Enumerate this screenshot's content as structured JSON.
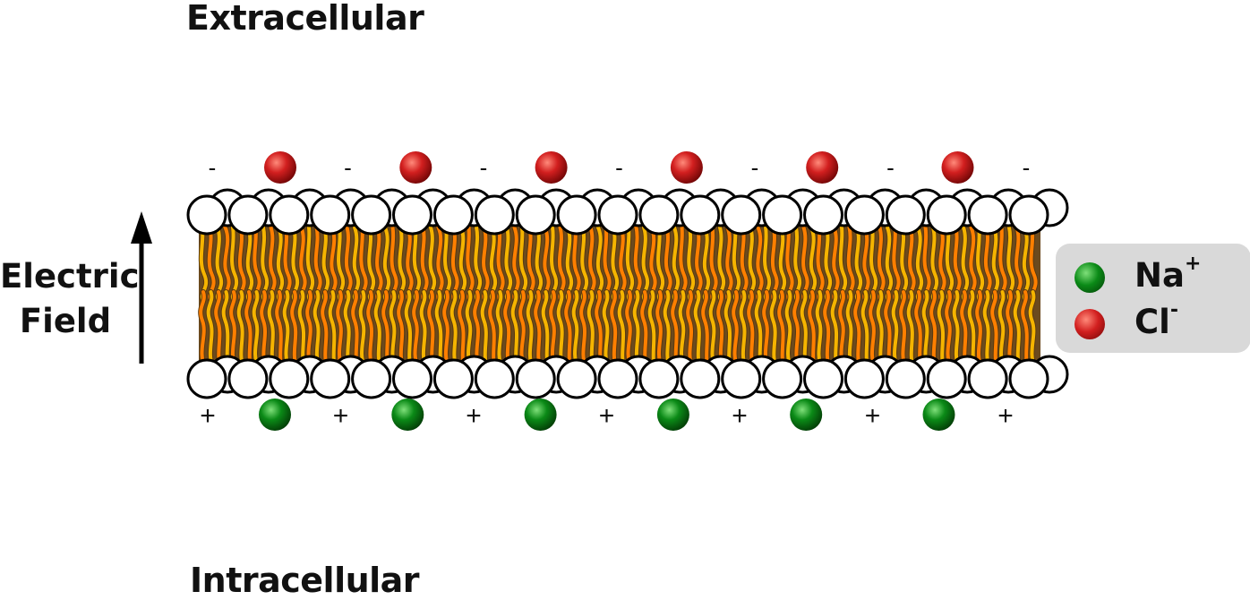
{
  "labels": {
    "top_region": "Extracellular",
    "bottom_region": "Intracellular",
    "field_line1": "Electric",
    "field_line2": "Field"
  },
  "top_charges": {
    "symbol": "-",
    "count": 7
  },
  "bottom_charges": {
    "symbol": "+",
    "count": 7
  },
  "legend": {
    "items": [
      {
        "ion": "Na",
        "charge": "+",
        "color": "#0a7a14",
        "icon": "green-sphere"
      },
      {
        "ion": "Cl",
        "charge": "-",
        "color": "#c01515",
        "icon": "red-sphere"
      }
    ]
  },
  "colors": {
    "sodium": "#0a7a14",
    "chloride": "#c01515",
    "lipid_tail_yellow": "#f5b400",
    "lipid_tail_orange": "#ff7f00",
    "membrane_core": "#6b4a1e",
    "legend_background": "#d9d9d9"
  }
}
